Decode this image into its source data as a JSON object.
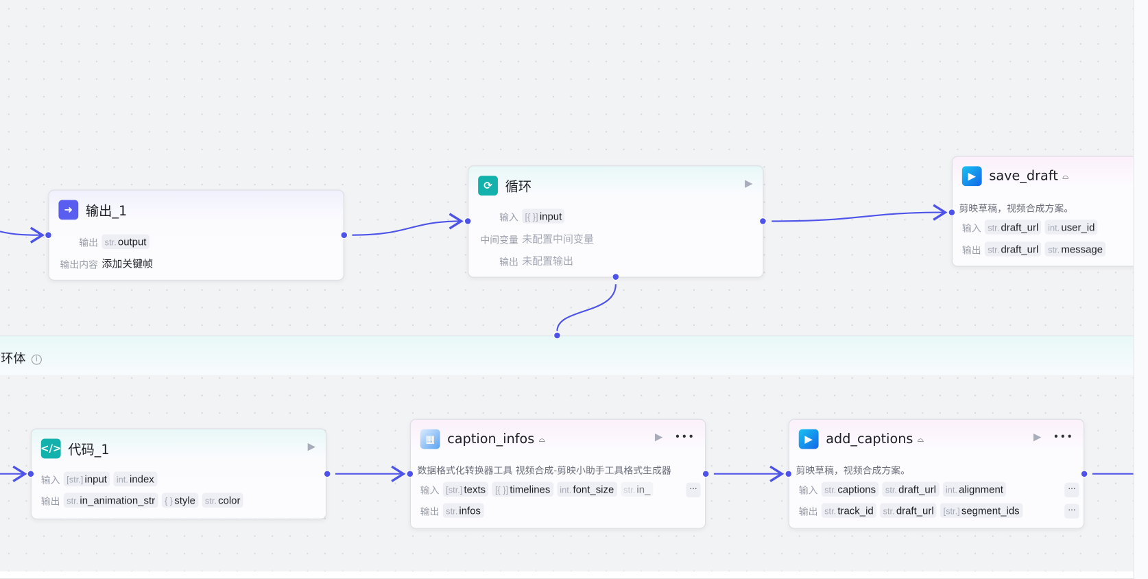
{
  "colors": {
    "edge": "#4d53e8",
    "teal": "#13b1ab",
    "purple": "#5a5ef0",
    "blue": "#1f84f2"
  },
  "loop_body": {
    "title": "循环体",
    "info_icon": "info-icon"
  },
  "nodes": {
    "output1": {
      "title": "输出_1",
      "icon": "exit-arrow-icon",
      "out_label": "输出",
      "out_type": "str.",
      "out_name": "output",
      "content_label": "输出内容",
      "content": "添加关键帧"
    },
    "loop": {
      "title": "循环",
      "icon": "loop-icon",
      "in_label": "输入",
      "in_type": "[{ }]",
      "in_name": "input",
      "mid_label": "中间变量",
      "mid_value": "未配置中间变量",
      "out_label": "输出",
      "out_value": "未配置输出"
    },
    "save_draft": {
      "title": "save_draft",
      "icon": "jianying-play-icon",
      "desc": "剪映草稿，视频合成方案。",
      "in_label": "输入",
      "inputs": [
        {
          "type": "str.",
          "name": "draft_url"
        },
        {
          "type": "int.",
          "name": "user_id"
        }
      ],
      "out_label": "输出",
      "outputs": [
        {
          "type": "str.",
          "name": "draft_url"
        },
        {
          "type": "str.",
          "name": "message"
        }
      ]
    },
    "code1": {
      "title": "代码_1",
      "icon": "code-icon",
      "in_label": "输入",
      "inputs": [
        {
          "type": "[str.]",
          "name": "input"
        },
        {
          "type": "int.",
          "name": "index"
        }
      ],
      "out_label": "输出",
      "outputs": [
        {
          "type": "str.",
          "name": "in_animation_str"
        },
        {
          "type": "{ }",
          "name": "style"
        },
        {
          "type": "str.",
          "name": "color"
        }
      ]
    },
    "caption_infos": {
      "title": "caption_infos",
      "icon": "data-converter-icon",
      "desc": "数据格式化转换器工具 视频合成-剪映小助手工具格式生成器",
      "in_label": "输入",
      "inputs": [
        {
          "type": "[str.]",
          "name": "texts"
        },
        {
          "type": "[{ }]",
          "name": "timelines"
        },
        {
          "type": "int.",
          "name": "font_size"
        },
        {
          "type": "str.",
          "name": "in_"
        }
      ],
      "out_label": "输出",
      "outputs": [
        {
          "type": "str.",
          "name": "infos"
        }
      ],
      "more": "···"
    },
    "add_captions": {
      "title": "add_captions",
      "icon": "jianying-play-icon",
      "desc": "剪映草稿，视频合成方案。",
      "in_label": "输入",
      "inputs": [
        {
          "type": "str.",
          "name": "captions"
        },
        {
          "type": "str.",
          "name": "draft_url"
        },
        {
          "type": "int.",
          "name": "alignment"
        }
      ],
      "out_label": "输出",
      "outputs": [
        {
          "type": "str.",
          "name": "track_id"
        },
        {
          "type": "str.",
          "name": "draft_url"
        },
        {
          "type": "[str.]",
          "name": "segment_ids"
        }
      ],
      "more": "···"
    }
  }
}
